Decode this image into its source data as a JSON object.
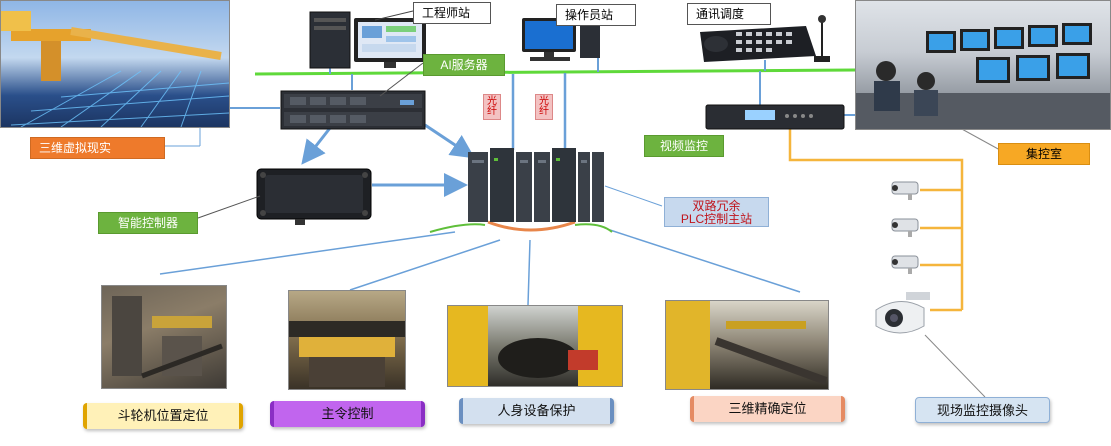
{
  "nodes": {
    "engineer_station": "工程师站",
    "operator_station": "操作员站",
    "comm_dispatch": "通讯调度",
    "vr_3d": "三维虚拟现实",
    "ai_server": "AI服务器",
    "smart_controller": "智能控制器",
    "video_monitor": "视频监控",
    "central_control": "集控室",
    "plc_master_line1": "双路冗余",
    "plc_master_line2": "PLC控制主站",
    "field_camera": "现场监控摄像头"
  },
  "fiber_tags": [
    "光纤",
    "光纤"
  ],
  "functions": [
    "斗轮机位置定位",
    "主令控制",
    "人身设备保护",
    "三维精确定位"
  ],
  "colors": {
    "network_bus": "#5fd93a",
    "link_blue": "#6aa0d8",
    "video_link": "#f5b53c",
    "redundant_link": "#e8864a"
  }
}
